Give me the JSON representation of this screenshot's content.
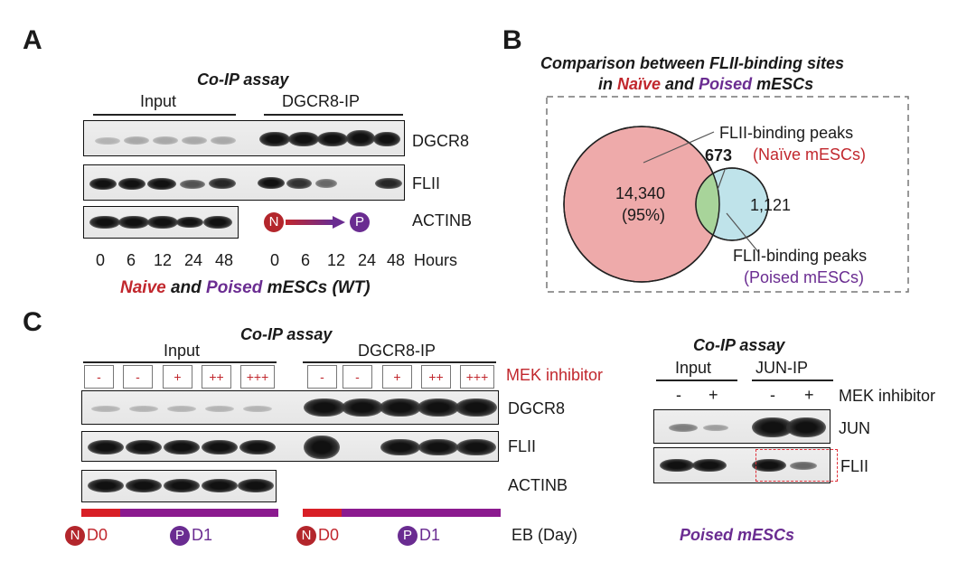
{
  "panels": {
    "a": "A",
    "b": "B",
    "c": "C"
  },
  "panel_a": {
    "assay": "Co-IP assay",
    "input": "Input",
    "dgcr8_ip": "DGCR8-IP",
    "rows": [
      "DGCR8",
      "FLII",
      "ACTINB"
    ],
    "lanes": [
      "0",
      "6",
      "12",
      "24",
      "48",
      "0",
      "6",
      "12",
      "24",
      "48"
    ],
    "hours": "Hours",
    "n_symbol": "N",
    "p_symbol": "P",
    "caption_1": "Naive",
    "caption_2": " and ",
    "caption_3": "Poised",
    "caption_4": " mESCs (WT)"
  },
  "panel_b": {
    "title_line1": "Comparison between FLII-binding sites",
    "title_in": "in ",
    "title_naive": "Naïve",
    "title_and": " and ",
    "title_poised": "Poised",
    "title_end": " mESCs",
    "naive_count": "14,340",
    "naive_pct": "(95%)",
    "overlap": "673",
    "poised_count": "1,121",
    "naive_label_1": "FLII-binding peaks",
    "naive_label_2": "(Naïve mESCs)",
    "poised_label_1": "FLII-binding peaks",
    "poised_label_2": "(Poised mESCs)",
    "colors": {
      "naive": "#eeaaaa",
      "poised": "#bfe3ea",
      "overlap": "#a8d49a"
    }
  },
  "panel_c": {
    "assay": "Co-IP assay",
    "input": "Input",
    "dgcr8_ip": "DGCR8-IP",
    "treatments": [
      "-",
      "-",
      "+",
      "++",
      "+++",
      "-",
      "-",
      "+",
      "++",
      "+++"
    ],
    "mek": "MEK inhibitor",
    "rows": [
      "DGCR8",
      "FLII",
      "ACTINB"
    ],
    "eb_day": "EB (Day)",
    "n_symbol": "N",
    "p_symbol": "P",
    "d0": "D0",
    "d1": "D1"
  },
  "panel_c_right": {
    "assay": "Co-IP assay",
    "input": "Input",
    "jun_ip": "JUN-IP",
    "treatments": [
      "-",
      "+",
      "-",
      "+"
    ],
    "mek": "MEK inhibitor",
    "rows": [
      "JUN",
      "FLII"
    ],
    "caption": "Poised mESCs"
  }
}
